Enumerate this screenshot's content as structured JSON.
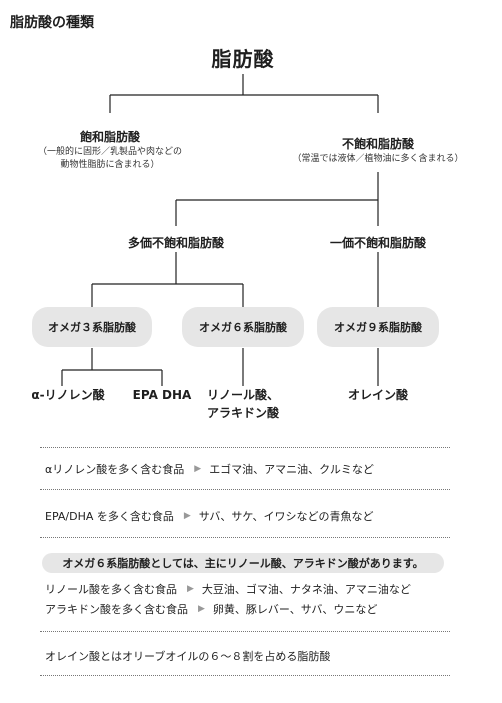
{
  "header": {
    "title": "脂肪酸の種類"
  },
  "tree": {
    "root": "脂肪酸",
    "saturated": {
      "title": "飽和脂肪酸",
      "note1": "（一般的に固形／乳製品や肉などの",
      "note2": "動物性脂肪に含まれる）"
    },
    "unsaturated": {
      "title": "不飽和脂肪酸",
      "note": "（常温では液体／植物油に多く含まれる）"
    },
    "poly": "多価不飽和脂肪酸",
    "mono": "一価不飽和脂肪酸",
    "omega3": "オメガ３系脂肪酸",
    "omega6": "オメガ６系脂肪酸",
    "omega9": "オメガ９系脂肪酸",
    "alpha": "α-リノレン酸",
    "epadha": "EPA DHA",
    "linoleic1": "リノール酸、",
    "linoleic2": "アラキドン酸",
    "oleic": "オレイン酸"
  },
  "foods": {
    "row1_label": "αリノレン酸を多く含む食品",
    "row1_value": "エゴマ油、アマニ油、クルミなど",
    "row2_label": "EPA/DHA を多く含む食品",
    "row2_value": "サバ、サケ、イワシなどの青魚など",
    "band": "オメガ６系脂肪酸としては、主にリノール酸、アラキドン酸があります。",
    "row3_label": "リノール酸を多く含む食品",
    "row3_value": "大豆油、ゴマ油、ナタネ油、アマニ油など",
    "row4_label": "アラキドン酸を多く含む食品",
    "row4_value": "卵黄、豚レバー、サバ、ウニなど",
    "footer": "オレイン酸とはオリーブオイルの６～８割を占める脂肪酸"
  }
}
